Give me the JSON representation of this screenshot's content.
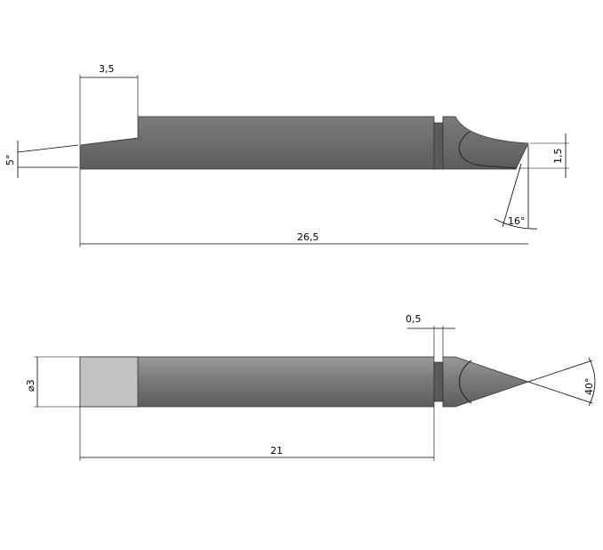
{
  "side_view": {
    "dim_flat_length": "3,5",
    "dim_top_angle": "5°",
    "dim_tip_height": "1,5",
    "dim_tip_angle": "16°",
    "dim_total_length": "26,5"
  },
  "top_view": {
    "dim_neck_width": "0,5",
    "dim_diameter": "⌀3",
    "dim_point_angle": "40°",
    "dim_shank_length": "21"
  },
  "colors": {
    "body": "#6f6f6f",
    "body_light": "#8c8c8c",
    "flat": "#c2c2c2",
    "line": "#000000"
  }
}
